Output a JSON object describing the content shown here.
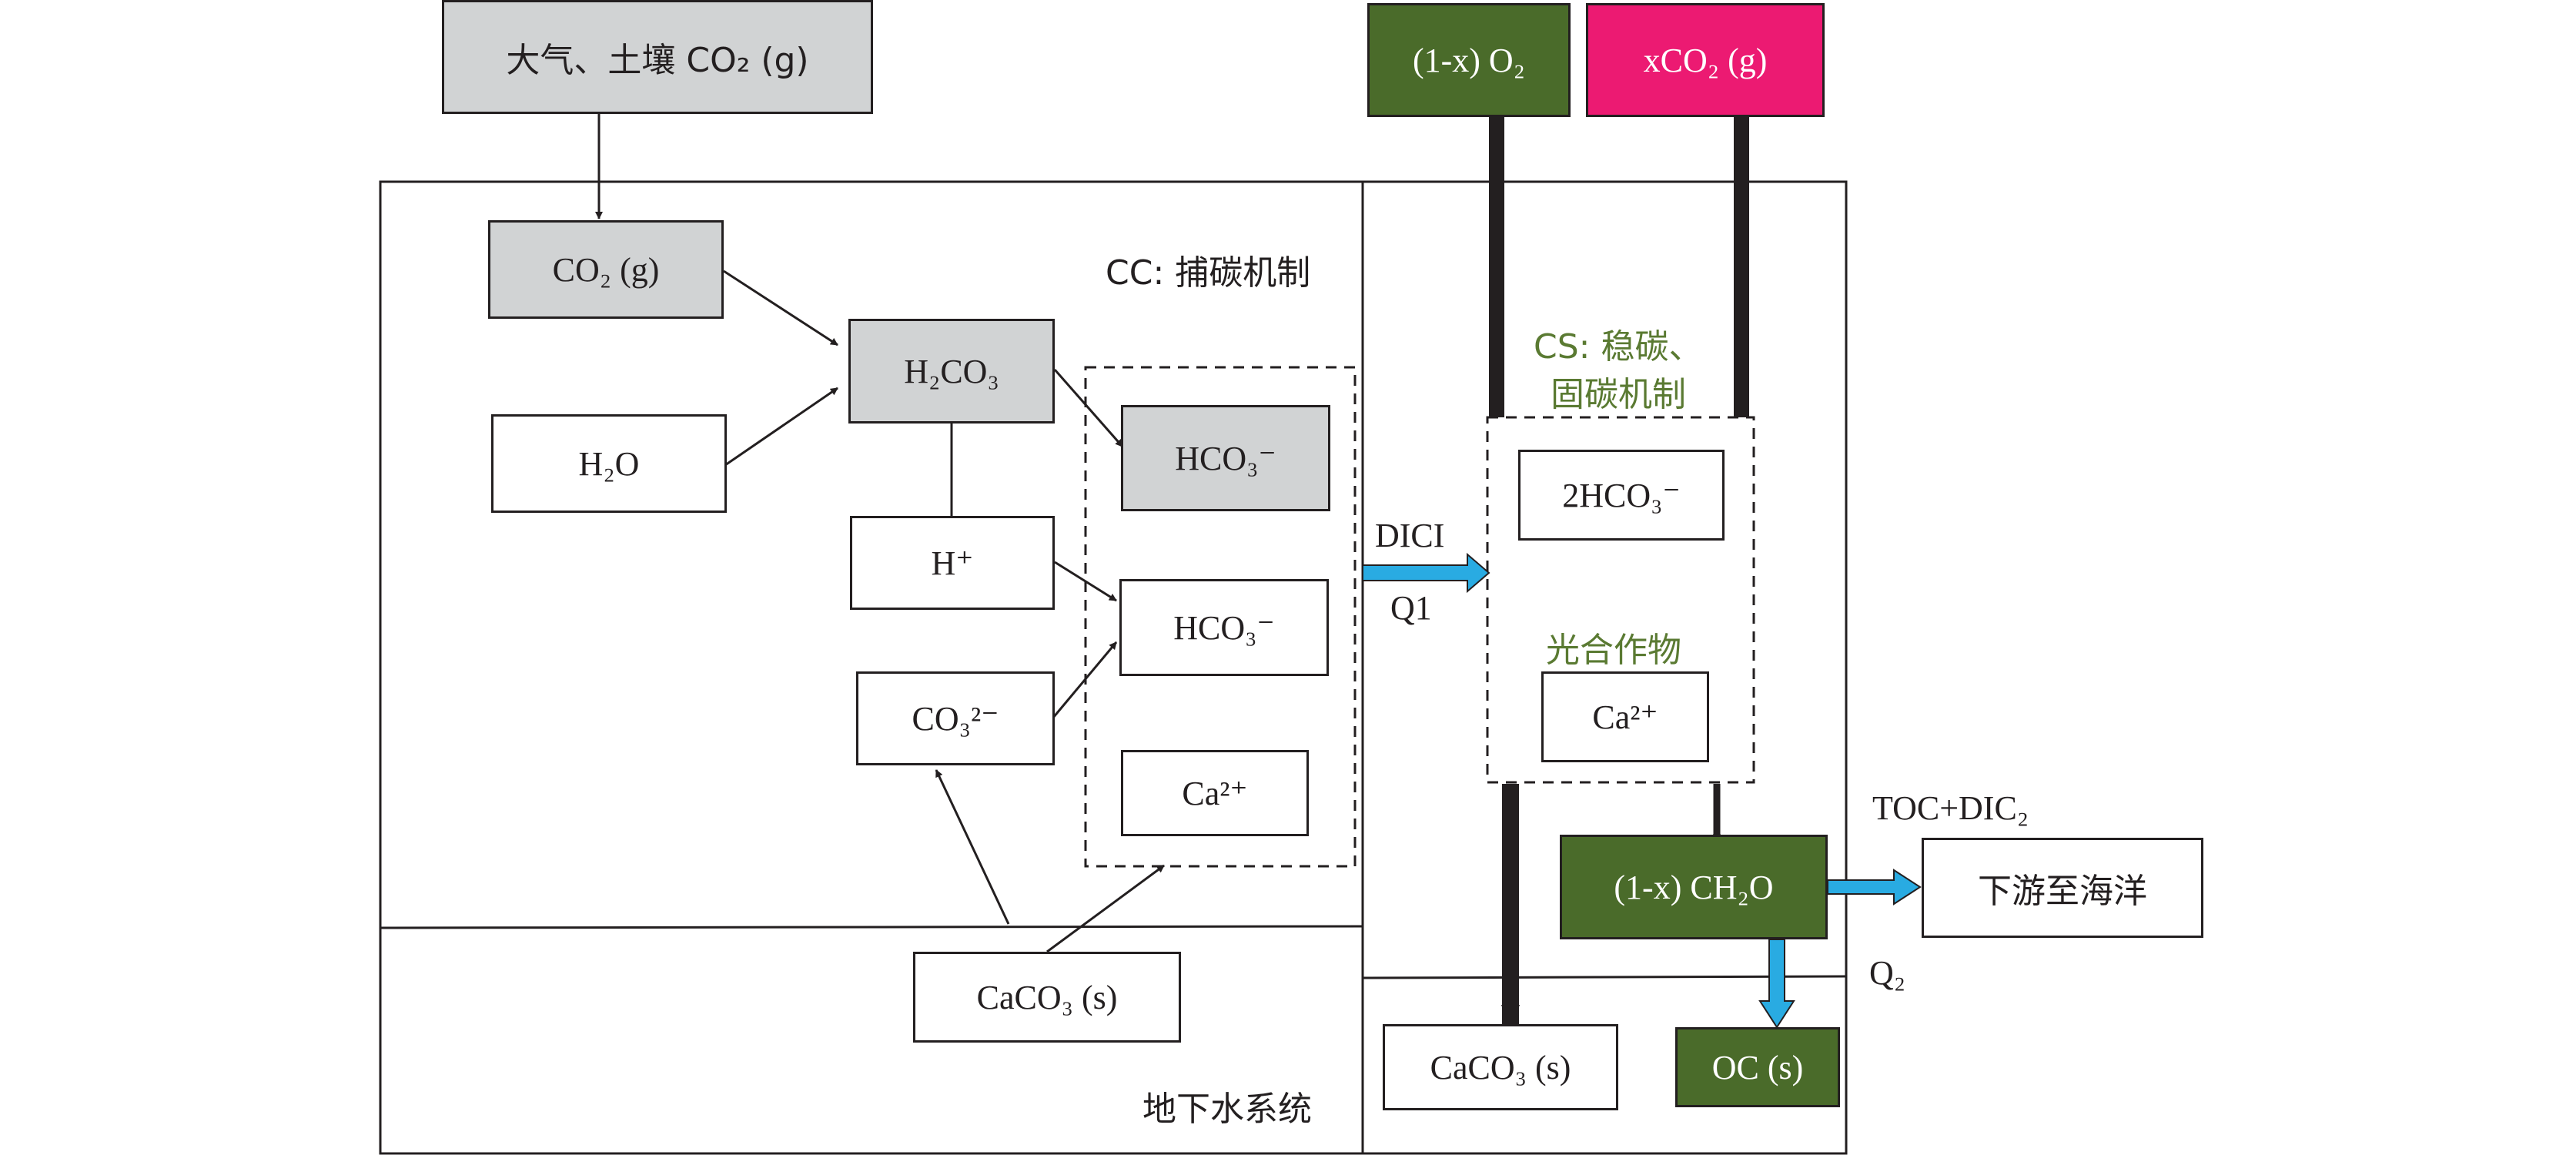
{
  "boxes": {
    "atm": "大气、土壤 CO₂ (g)",
    "o2": "(1-x) O₂",
    "xco2": "xCO₂ (g)",
    "co2g": "CO₂ (g)",
    "h2o": "H₂O",
    "h2co3": "H₂CO₃",
    "hplus": "H⁺",
    "co3": "CO₃²⁻",
    "hco3_top": "HCO₃⁻",
    "hco3_mid": "HCO₃⁻",
    "ca_left": "Ca²⁺",
    "caco3_left": "CaCO₃ (s)",
    "hco3_2": "2HCO₃⁻",
    "ca_right": "Ca²⁺",
    "ch2o": "(1-x) CH₂O",
    "downstream": "下游至海洋",
    "caco3_right": "CaCO₃ (s)",
    "oc": "OC (s)"
  },
  "labels": {
    "cc": "CC: 捕碳机制",
    "cs_line1": "CS: 稳碳、",
    "cs_line2": "固碳机制",
    "photosynthesis": "光合作物",
    "dici": "DICI",
    "q1": "Q1",
    "toc": "TOC+DIC₂",
    "q2": "Q₂",
    "groundwater": "地下水系统"
  },
  "colors": {
    "gray_fill": "#d1d3d4",
    "green_fill": "#4a6b2a",
    "pink_fill": "#ec1a72",
    "blue_arrow": "#29abe2",
    "green_text": "#5a7a32"
  }
}
